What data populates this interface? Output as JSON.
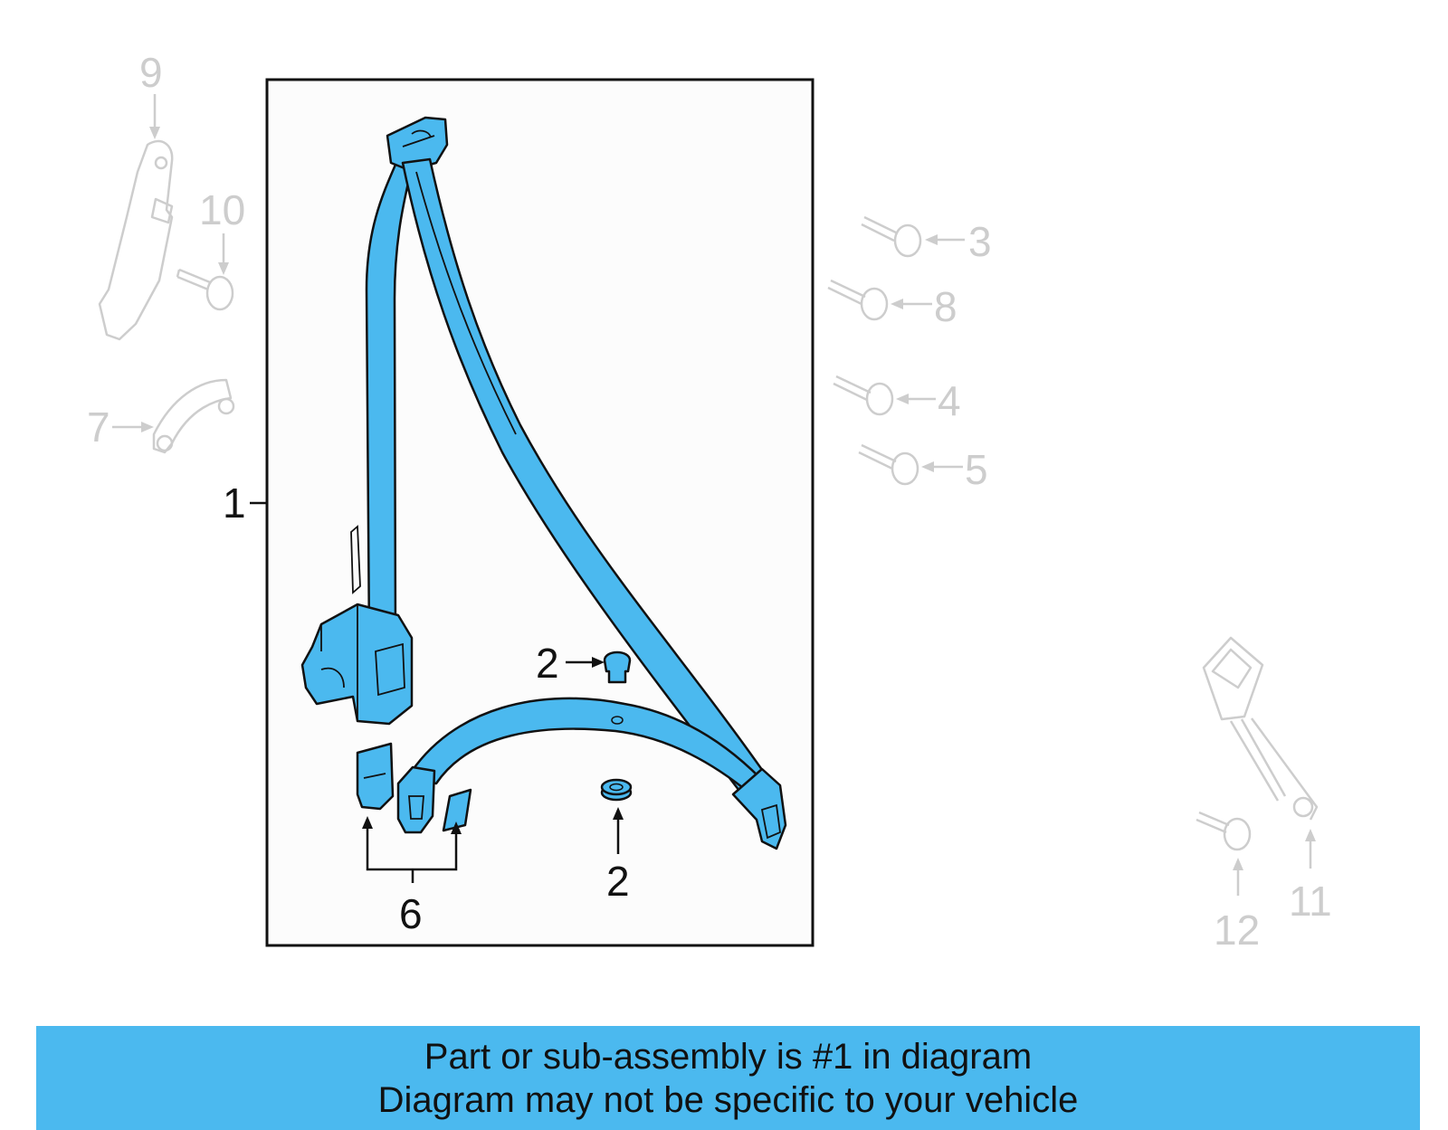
{
  "callouts": {
    "c1": "1",
    "c2_top": "2",
    "c2_bottom": "2",
    "c3": "3",
    "c4": "4",
    "c5": "5",
    "c6": "6",
    "c7": "7",
    "c8": "8",
    "c9": "9",
    "c10": "10",
    "c11": "11",
    "c12": "12"
  },
  "banner": {
    "line1": "Part or sub-assembly is #1 in diagram",
    "line2": "Diagram may not be specific to your vehicle"
  },
  "colors": {
    "highlight": "#4bb9ef",
    "ghost": "#cdcdcd",
    "ink": "#111111"
  }
}
